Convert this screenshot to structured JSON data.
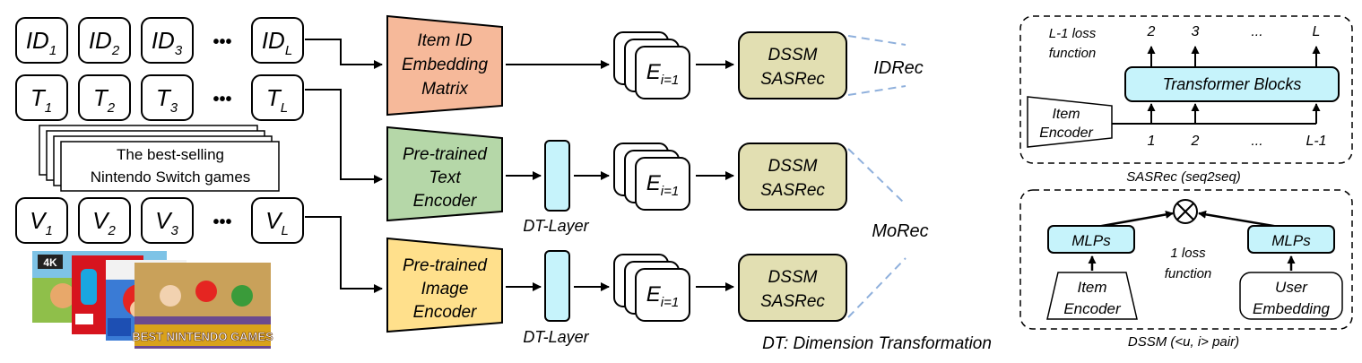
{
  "left": {
    "id_row": [
      {
        "base": "ID",
        "sub": "1"
      },
      {
        "base": "ID",
        "sub": "2"
      },
      {
        "base": "ID",
        "sub": "3"
      },
      {
        "base": "ID",
        "sub": "L"
      }
    ],
    "t_row": [
      {
        "base": "T",
        "sub": "1"
      },
      {
        "base": "T",
        "sub": "2"
      },
      {
        "base": "T",
        "sub": "3"
      },
      {
        "base": "T",
        "sub": "L"
      }
    ],
    "v_row": [
      {
        "base": "V",
        "sub": "1"
      },
      {
        "base": "V",
        "sub": "2"
      },
      {
        "base": "V",
        "sub": "3"
      },
      {
        "base": "V",
        "sub": "L"
      }
    ],
    "ellipsis": "•••",
    "text_doc": [
      "The best-selling",
      "Nintendo Switch games"
    ],
    "thumb_badges": {
      "k4": "4K",
      "banner": "BEST NINTENDO GAMES"
    }
  },
  "encoders": {
    "id": [
      "Item ID",
      "Embedding",
      "Matrix"
    ],
    "text": [
      "Pre-trained",
      "Text",
      "Encoder"
    ],
    "image": [
      "Pre-trained",
      "Image",
      "Encoder"
    ]
  },
  "dt_layer_label": "DT-Layer",
  "embedding": {
    "base": "E",
    "sub": "i=1"
  },
  "model": [
    "DSSM",
    "SASRec"
  ],
  "idrec_label": "IDRec",
  "morec_label": "MoRec",
  "dt_footnote": "DT: Dimension Transformation",
  "sasrec": {
    "loss_label": [
      "L-1 loss",
      "function"
    ],
    "top_labels": [
      "2",
      "3",
      "...",
      "L"
    ],
    "bottom_labels": [
      "1",
      "2",
      "...",
      "L-1"
    ],
    "blocks": "Transformer Blocks",
    "encoder": [
      "Item",
      "Encoder"
    ],
    "caption": "SASRec (seq2seq)"
  },
  "dssm": {
    "mlp": "MLPs",
    "loss_label": [
      "1 loss",
      "function"
    ],
    "item_encoder": [
      "Item",
      "Encoder"
    ],
    "user_embedding": [
      "User",
      "Embedding"
    ],
    "caption": "DSSM (<u, i> pair)"
  },
  "colors": {
    "id_encoder": "#f6b99a",
    "text_encoder": "#b5d7a8",
    "image_encoder": "#ffe08c",
    "model_box": "#e2dfb2",
    "cyan": "#c6f3fb",
    "dash": "#8fb0dc"
  }
}
